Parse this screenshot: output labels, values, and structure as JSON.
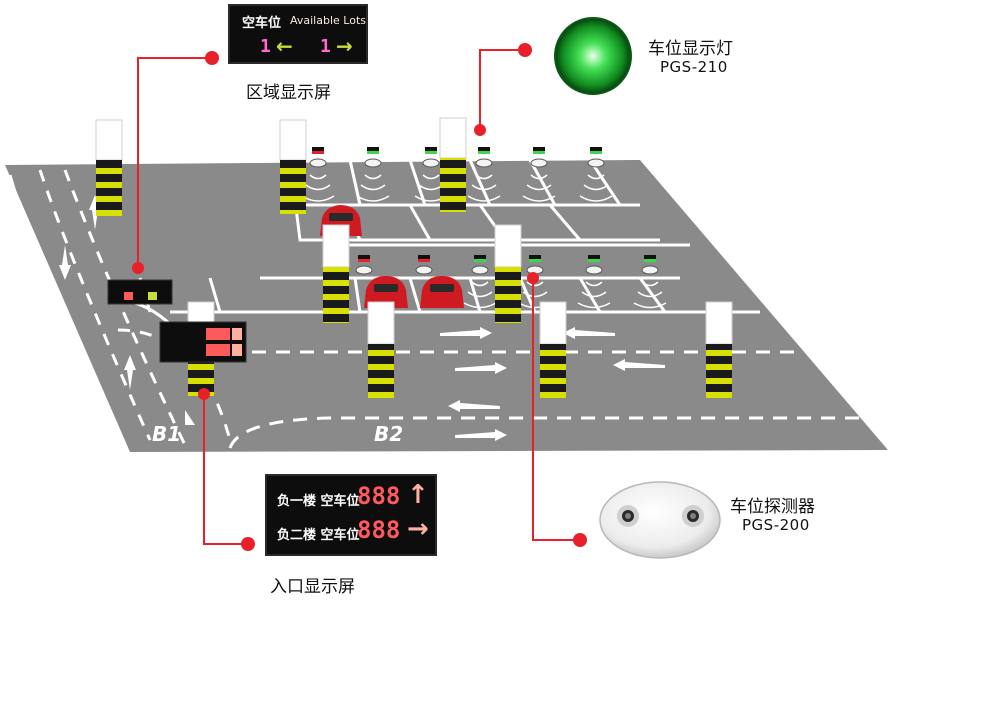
{
  "labels": {
    "zone_display": "区域显示屏",
    "indicator_light": "车位显示灯",
    "indicator_light_model": "PGS-210",
    "detector": "车位探测器",
    "detector_model": "PGS-200",
    "entrance_display": "入口显示屏"
  },
  "zone_sign": {
    "title_cn": "空车位",
    "title_en": "Available Lots",
    "left_digit": "1",
    "right_digit": "1",
    "left_arrow": "←",
    "right_arrow": "→"
  },
  "entrance_sign": {
    "row1_text": "负一楼 空车位",
    "row1_digits": "888",
    "row1_arrow": "↑",
    "row2_text": "负二楼 空车位",
    "row2_digits": "888",
    "row2_arrow": "→"
  },
  "floors": {
    "left": "B1",
    "right": "B2"
  },
  "colors": {
    "asphalt": "#8a8a8a",
    "line_red": "#e8202a",
    "led_green": "#3ad84a",
    "led_red": "#e8202a",
    "stripe_yellow": "#d8e000",
    "car_red": "#d01a22",
    "sign_digit": "#ff5a5a"
  },
  "icons": [
    "light-icon",
    "detector-icon",
    "car-icon",
    "pillar-icon"
  ]
}
